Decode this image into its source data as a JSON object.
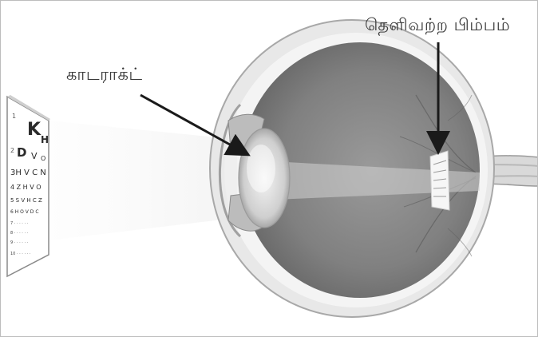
{
  "labels": {
    "cataract": "காடராக்ட்",
    "blurred_image": "தெளிவற்ற பிம்பம்"
  },
  "eye_chart": {
    "rows": [
      "K H",
      "D V O",
      "H V C N",
      "Z H V O",
      "S V H C Z",
      "H O V D C",
      "· · · · · ·",
      "· · · · · ·"
    ]
  },
  "colors": {
    "arrow": "#1a1a1a",
    "label_text": "#3b3b3b",
    "eye_gray": "#7a7a7a",
    "sclera": "#e6e6e6"
  }
}
